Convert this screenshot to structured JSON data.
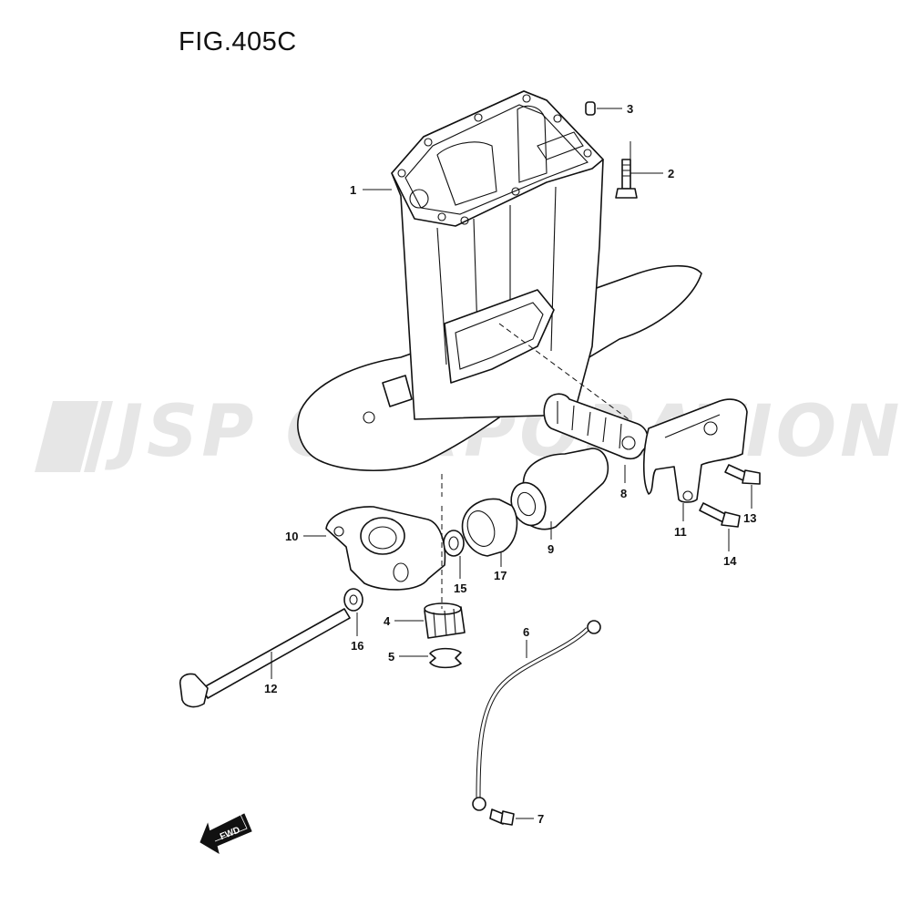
{
  "figure": {
    "title": "FIG.405C"
  },
  "watermark": {
    "text": "JSP CORPORATION",
    "color": "#e6e6e6"
  },
  "fwd_arrow": {
    "label": "FWD"
  },
  "callouts": [
    "1",
    "2",
    "3",
    "4",
    "5",
    "6",
    "7",
    "8",
    "9",
    "10",
    "11",
    "12",
    "13",
    "14",
    "15",
    "16",
    "17"
  ]
}
